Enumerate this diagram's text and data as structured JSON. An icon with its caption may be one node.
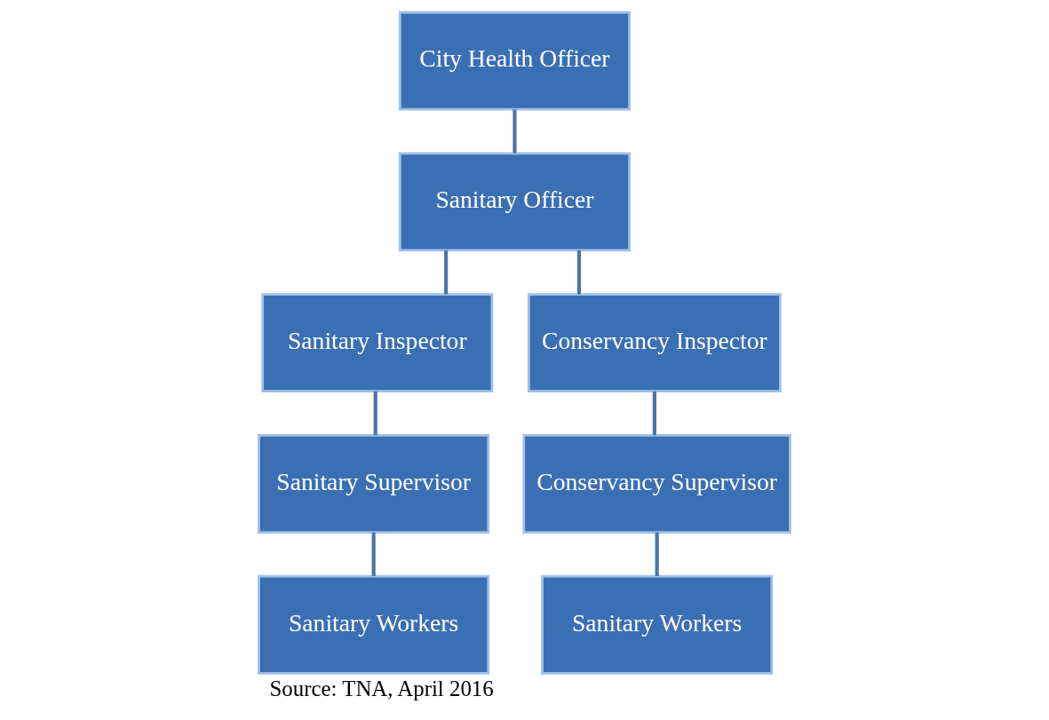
{
  "diagram": {
    "caption": "Source: TNA, April 2016",
    "nodes": [
      {
        "text": [
          "City Health Officer"
        ]
      },
      {
        "text": [
          "Sanitary Officer"
        ]
      },
      {
        "text": [
          "Sanitary Inspector"
        ]
      },
      {
        "text": [
          "Conservancy Inspector"
        ]
      },
      {
        "text": [
          "Sanitary Supervisor"
        ]
      },
      {
        "text": [
          "Conservancy Supervisor"
        ]
      },
      {
        "text": [
          "Sanitary Workers"
        ]
      },
      {
        "text": [
          "Sanitary Workers"
        ]
      }
    ],
    "edges": [
      {
        "from": 0,
        "to": 1,
        "arrow": "none"
      },
      {
        "from": 1,
        "to": 2,
        "arrow": "none"
      },
      {
        "from": 1,
        "to": 3,
        "arrow": "none"
      },
      {
        "from": 2,
        "to": 4,
        "arrow": "none"
      },
      {
        "from": 3,
        "to": 5,
        "arrow": "none"
      },
      {
        "from": 4,
        "to": 6,
        "arrow": "none"
      },
      {
        "from": 5,
        "to": 7,
        "arrow": "none"
      }
    ]
  }
}
